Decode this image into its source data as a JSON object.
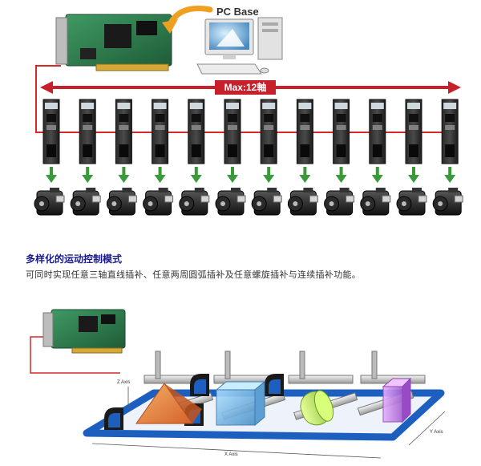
{
  "top_diagram": {
    "pc_base_label": "PC Base",
    "max_axes_label": "Max:12軸",
    "drive_count": 12,
    "colors": {
      "arrow_red": "#c8202a",
      "link_red": "#d62828",
      "down_arrow_green": "#3a9a3a",
      "pcb_green": "#2e7d4f",
      "curve_arrow_orange": "#f0a020"
    }
  },
  "section": {
    "heading": "多样化的运动控制模式",
    "description": "可同时实现任意三轴直线插补、任意两周圆弧插补及任意螺旋插补与连续插补功能。"
  },
  "bottom_diagram": {
    "z_axis_label": "Z Axis",
    "x_axis_label": "X Axis",
    "y_axis_label": "Y Axis",
    "colors": {
      "table_blue": "#1d5fbf",
      "pyramid": "#e8833a",
      "cube": "#6ab0e0",
      "cylinder": "#b8e05a",
      "prism": "#c37be0"
    }
  }
}
